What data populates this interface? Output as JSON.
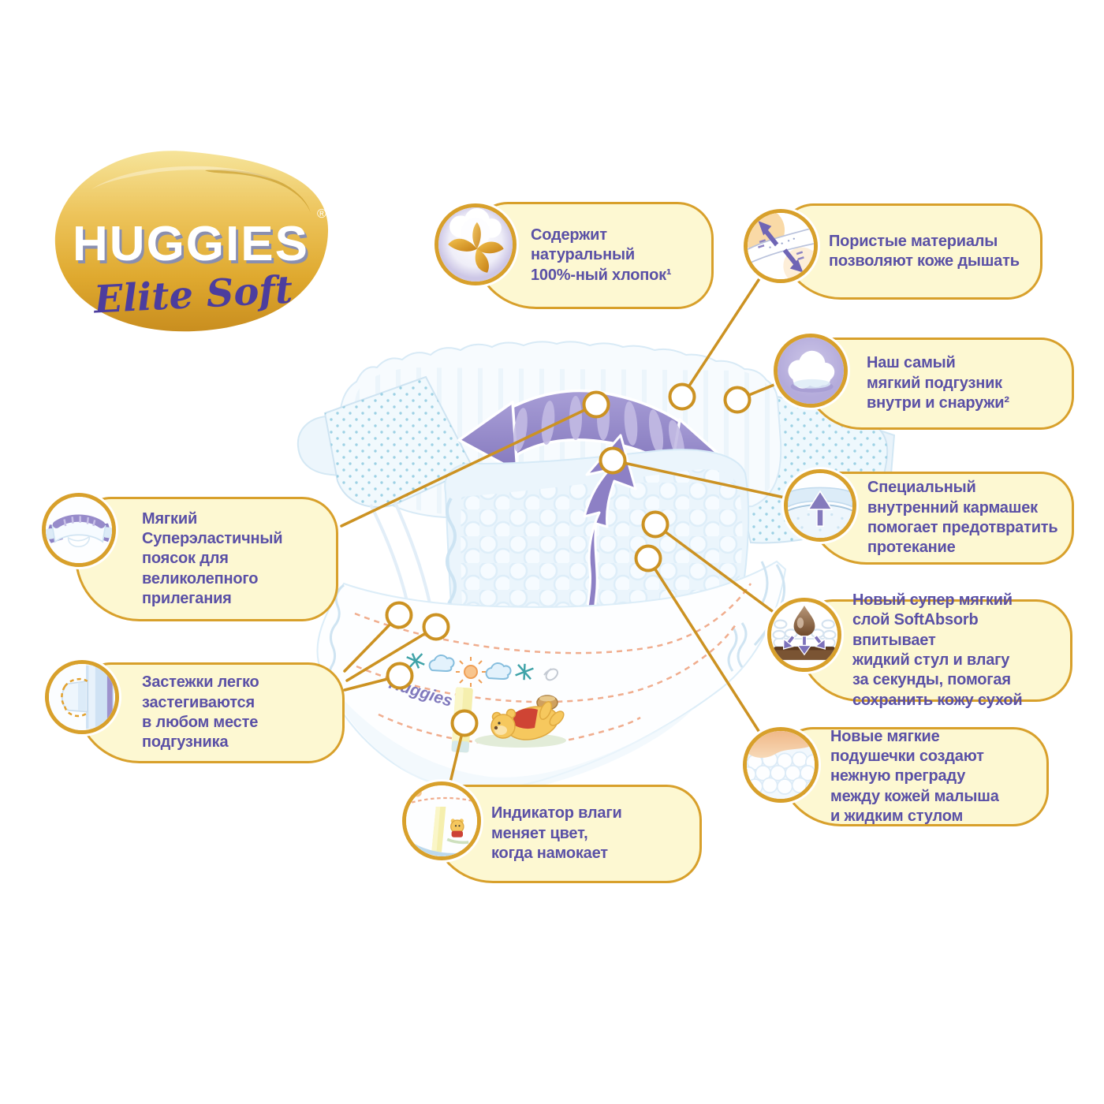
{
  "logo": {
    "brand": "HUGGIES",
    "registered": "®",
    "sub_brand": "Elite Soft"
  },
  "diaper": {
    "brand_print": "Huggies"
  },
  "colors": {
    "bubble_fill": "#FDF8D2",
    "bubble_border": "#D8A02B",
    "callout_text": "#5A50A6",
    "connector_gold": "#CC9222",
    "band_purple": "#9287C9",
    "logo_gold": "#E5B235",
    "diaper_blue": "#DCEDF8"
  },
  "callouts": [
    {
      "id": "cotton",
      "icon": "cotton-icon",
      "text": "Содержит\nнатуральный\n100%-ный хлопок¹"
    },
    {
      "id": "breathable",
      "icon": "breathable-icon",
      "text": "Пористые материалы\nпозволяют коже дышать"
    },
    {
      "id": "softest",
      "icon": "cloud-icon",
      "text": "Наш самый\nмягкий подгузник\nвнутри и снаружи²"
    },
    {
      "id": "pocket",
      "icon": "pocket-icon",
      "text": "Специальный\nвнутренний кармашек\nпомогает предотвратить\nпротекание"
    },
    {
      "id": "softabsorb",
      "icon": "absorb-icon",
      "text": "Новый супер мягкий\nслой SoftAbsorb впитывает\nжидкий стул и влагу\nза секунды, помогая\nсохранить кожу сухой"
    },
    {
      "id": "pillows",
      "icon": "pillows-icon",
      "text": "Новые мягкие\nподушечки создают\nнежную преграду\nмежду кожей малыша\nи жидким стулом"
    },
    {
      "id": "waistband",
      "icon": "waistband-icon",
      "text": "Мягкий\nСуперэластичный\nпоясок для\nвеликолепного\nприлегания"
    },
    {
      "id": "fasteners",
      "icon": "fastener-icon",
      "text": "Застежки легко\nзастегиваются\nв любом месте\nподгузника"
    },
    {
      "id": "indicator",
      "icon": "indicator-icon",
      "text": "Индикатор влаги\nменяет цвет,\nкогда намокает"
    }
  ]
}
